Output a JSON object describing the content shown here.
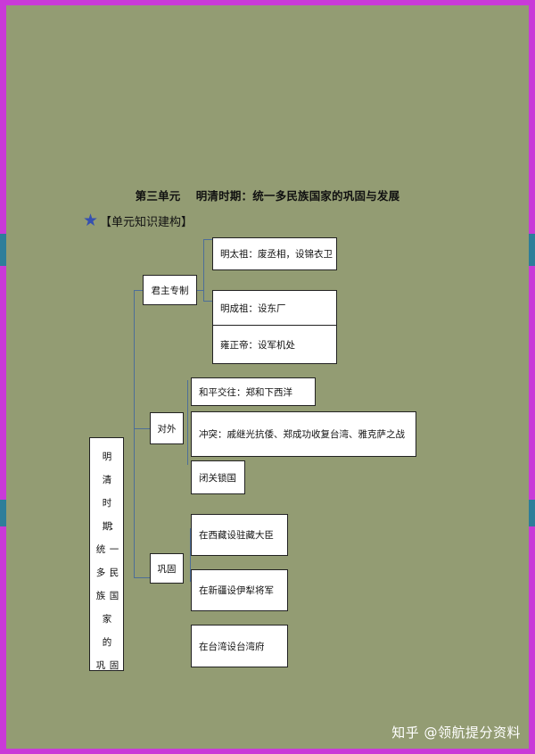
{
  "title": "第三单元　 明清时期：统一多民族国家的巩固与发展",
  "section_heading": "【单元知识建构】",
  "root": {
    "chars": [
      "明",
      "清",
      "时",
      "期",
      "：",
      "统",
      "一",
      "多",
      "民",
      "族",
      "国",
      "家",
      "的",
      "巩",
      "固"
    ]
  },
  "branches": {
    "monarchy": {
      "label": "君主专制",
      "items": [
        "明太祖：废丞相，设锦衣卫",
        "明成祖：设东厂",
        "雍正帝：设军机处"
      ]
    },
    "foreign": {
      "label": "对外",
      "items": [
        "和平交往：郑和下西洋",
        "冲突：戚继光抗倭、郑成功收复台湾、雅克萨之战",
        "闭关锁国"
      ]
    },
    "consolidation": {
      "label": "巩固",
      "items": [
        "在西藏设驻藏大臣",
        "在新疆设伊犁将军",
        "在台湾设台湾府"
      ]
    }
  },
  "watermark": "知乎 @领航提分资料",
  "colors": {
    "border": "#c93ad8",
    "page": "#939c73",
    "connector": "#4d6e98",
    "star": "#3550b0"
  },
  "icons": {
    "star": "star-icon"
  }
}
